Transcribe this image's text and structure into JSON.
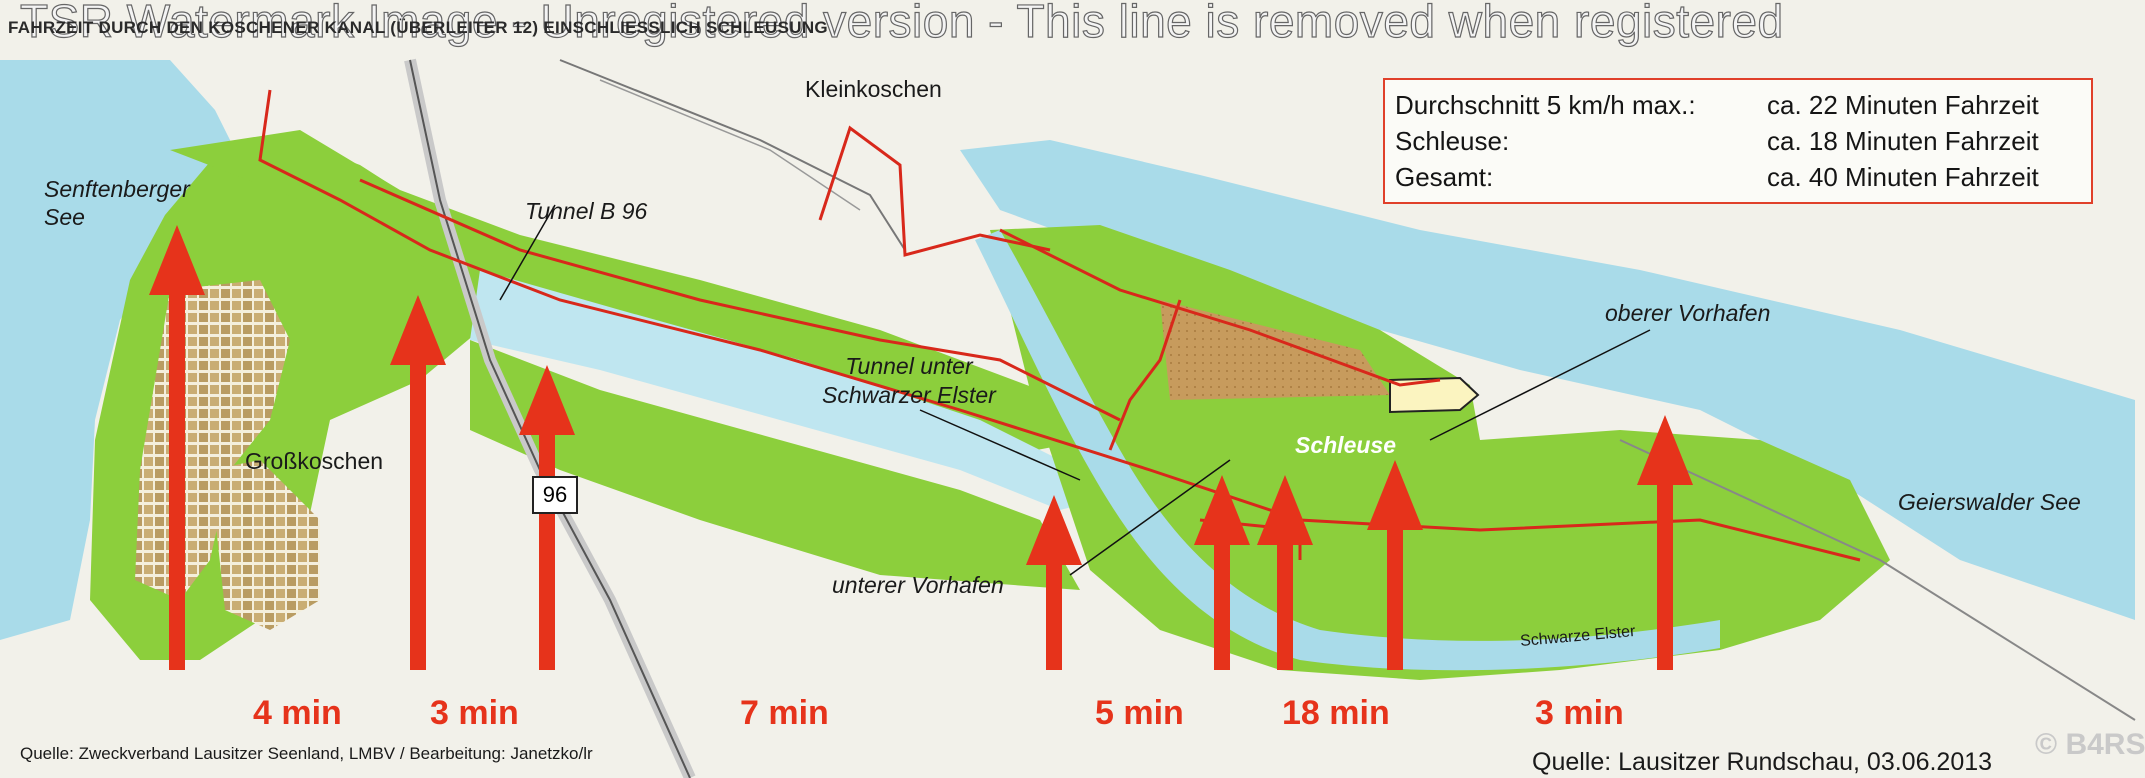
{
  "header": {
    "watermark": "TSR Watermark Image - Unregistered version - This line is removed when registered",
    "caption": "FAHRZEIT DURCH DEN KOSCHENER KANAL (ÜBERLEITER 12) EINSCHLIESSLICH SCHLEUSUNG"
  },
  "infobox": {
    "rows": [
      {
        "label": "Durchschnitt 5 km/h max.:",
        "value": "ca. 22 Minuten Fahrzeit"
      },
      {
        "label": "Schleuse:",
        "value": "ca. 18 Minuten Fahrzeit"
      },
      {
        "label": "Gesamt:",
        "value": "ca. 40 Minuten Fahrzeit"
      }
    ]
  },
  "labels": {
    "senftenberger_see": "Senftenberger\nSee",
    "kleinkoschen": "Kleinkoschen",
    "tunnel_b96": "Tunnel B 96",
    "grosskoschen": "Großkoschen",
    "road_number": "96",
    "tunnel_elster": "Tunnel unter\nSchwarzer Elster",
    "unterer_vorhafen": "unterer Vorhafen",
    "oberer_vorhafen": "oberer Vorhafen",
    "schleuse": "Schleuse",
    "geierswalder_see": "Geierswalder See",
    "schwarze_elster": "Schwarze Elster"
  },
  "segments": [
    {
      "time": "4 min"
    },
    {
      "time": "3 min"
    },
    {
      "time": "7 min"
    },
    {
      "time": "5 min"
    },
    {
      "time": "18 min"
    },
    {
      "time": "3 min"
    }
  ],
  "sources": {
    "left": "Quelle: Zweckverband Lausitzer Seenland, LMBV / Bearbeitung: Janetzko/lr",
    "right": "Quelle: Lausitzer Rundschau, 03.06.2013",
    "stamp": "© B4RS"
  },
  "colors": {
    "water": "#a9dbe9",
    "land": "#8ccf3c",
    "canal": "#bfe6f0",
    "route": "#d8281b",
    "arrow": "#e6331b",
    "parcel": "#c9a869"
  }
}
